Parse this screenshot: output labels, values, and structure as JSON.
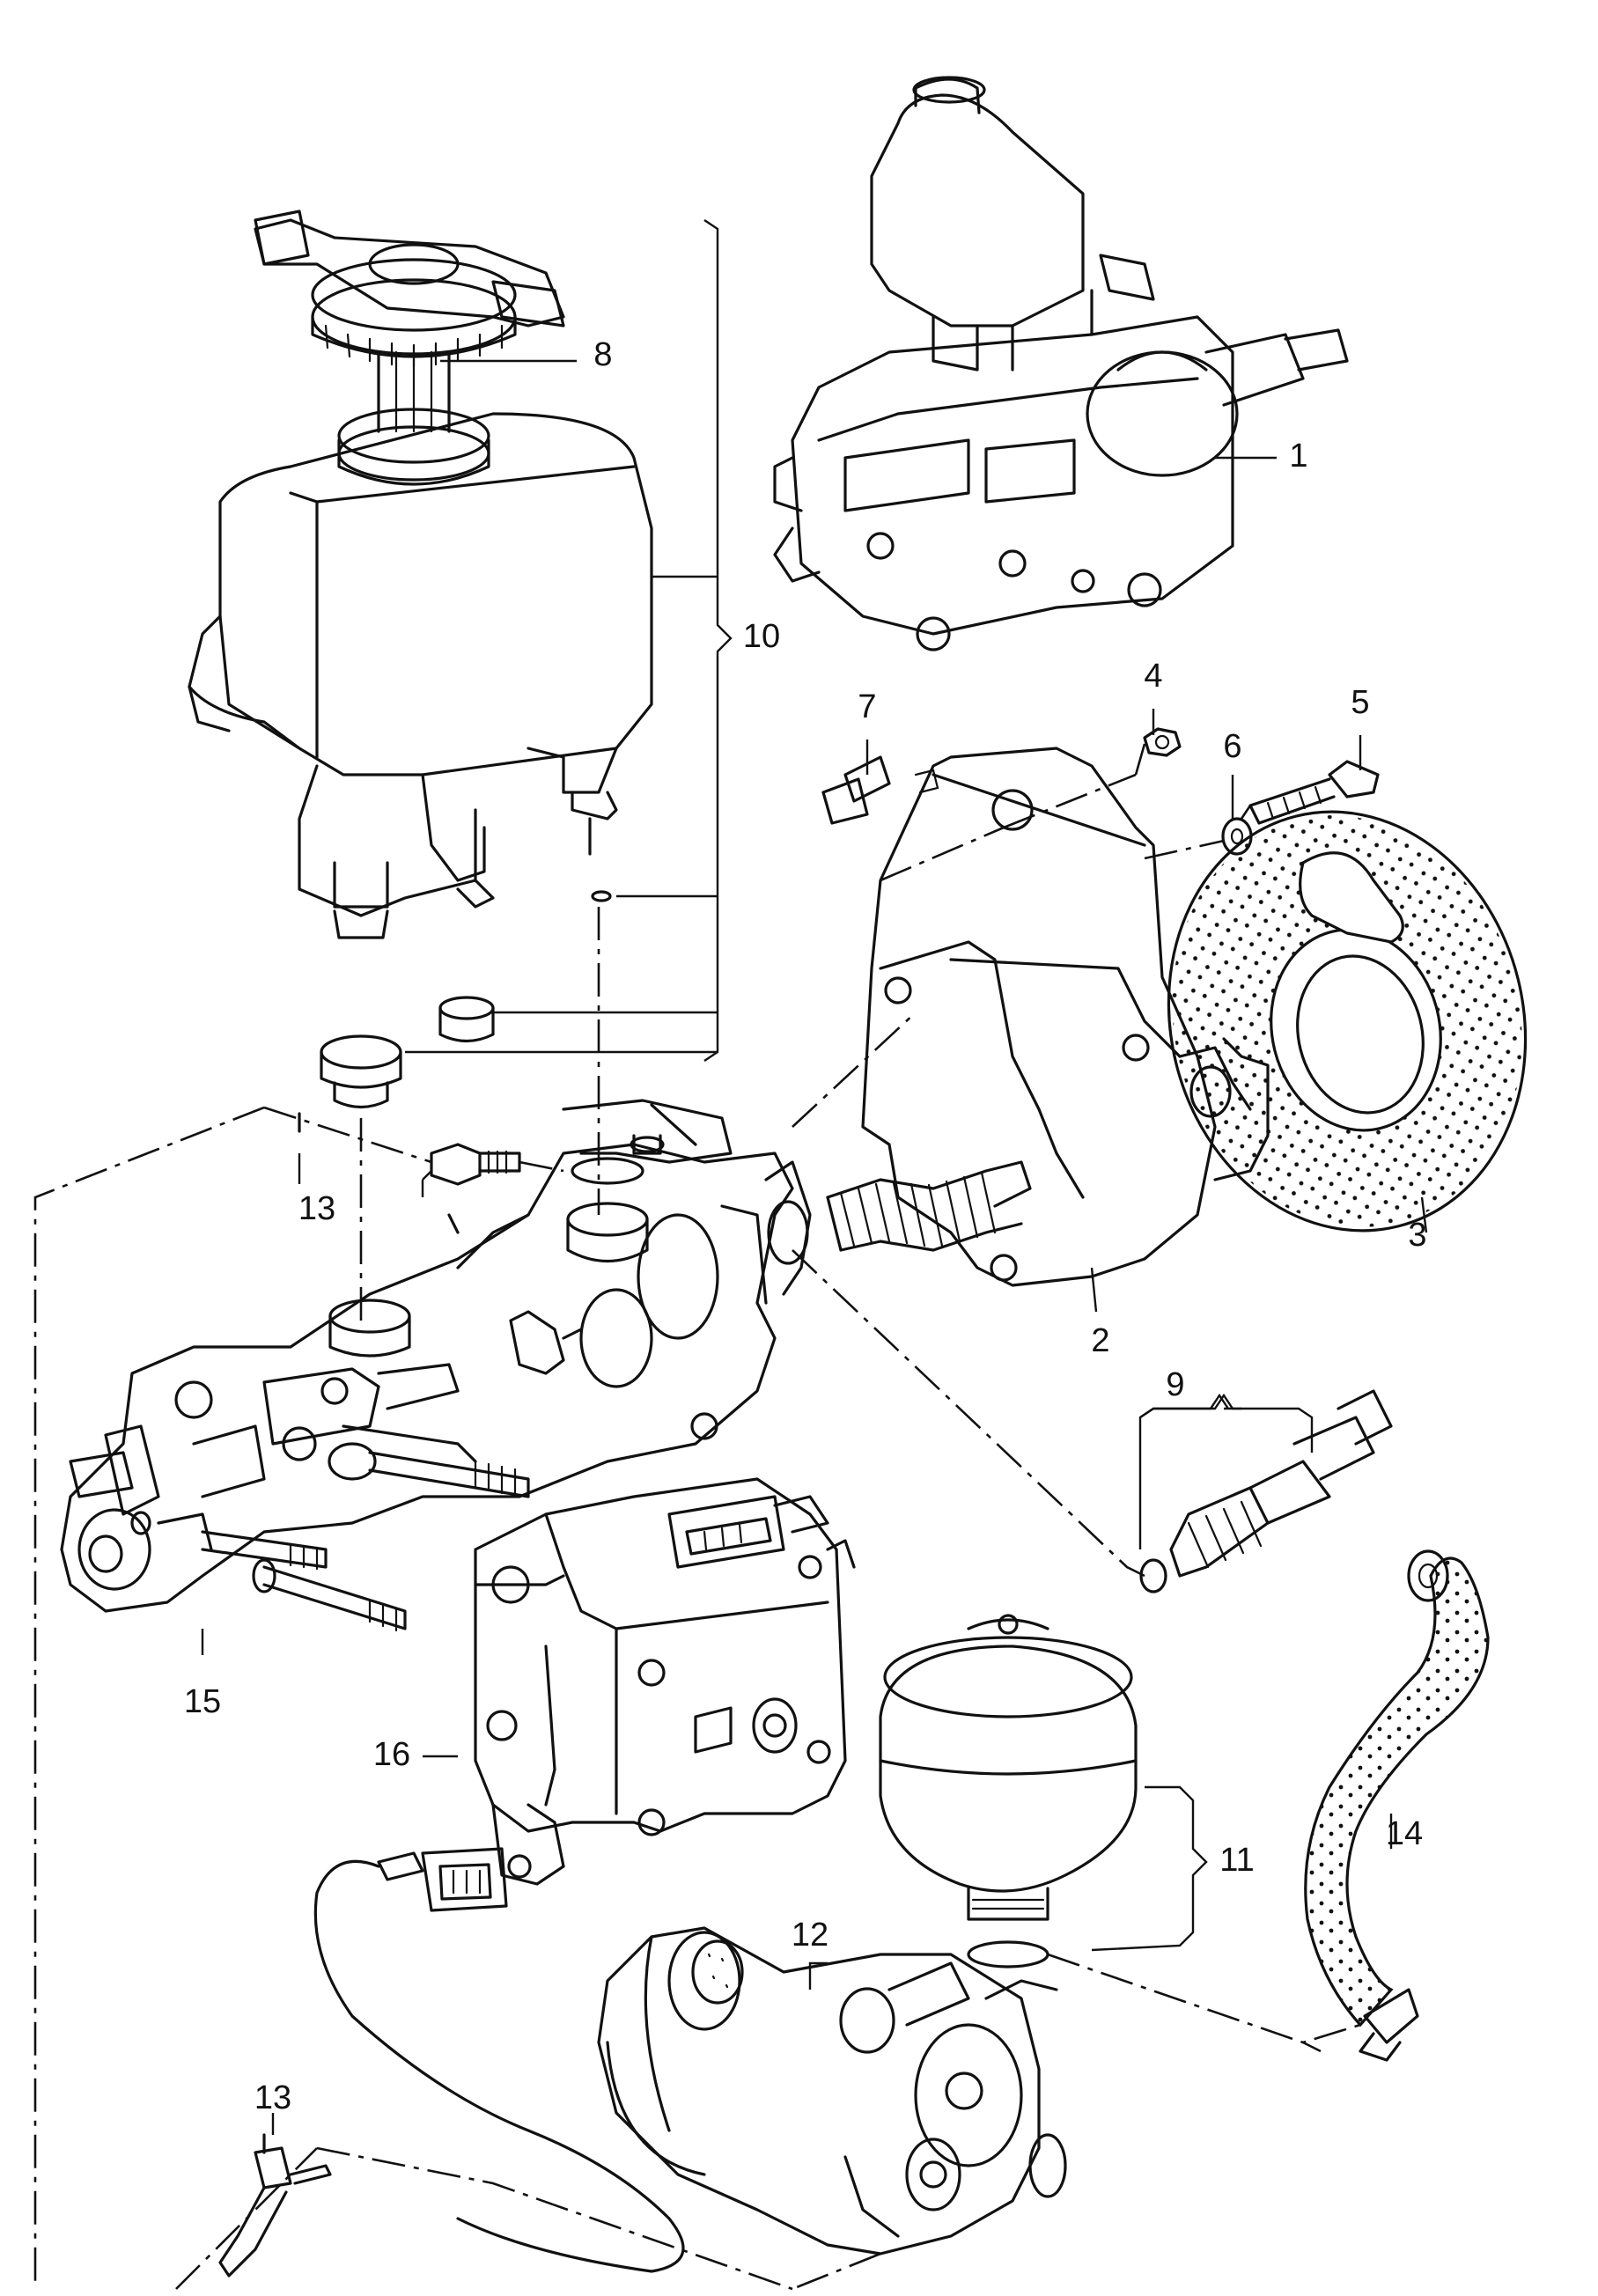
{
  "callouts": [
    {
      "id": "1",
      "text": "1"
    },
    {
      "id": "2",
      "text": "2"
    },
    {
      "id": "3",
      "text": "3"
    },
    {
      "id": "4",
      "text": "4"
    },
    {
      "id": "5",
      "text": "5"
    },
    {
      "id": "6",
      "text": "6"
    },
    {
      "id": "7",
      "text": "7"
    },
    {
      "id": "8",
      "text": "8"
    },
    {
      "id": "9",
      "text": "9"
    },
    {
      "id": "10",
      "text": "10"
    },
    {
      "id": "11",
      "text": "11"
    },
    {
      "id": "12",
      "text": "12"
    },
    {
      "id": "13a",
      "text": "13"
    },
    {
      "id": "13b",
      "text": "13"
    },
    {
      "id": "14",
      "text": "14"
    },
    {
      "id": "15",
      "text": "15"
    },
    {
      "id": "16",
      "text": "16"
    }
  ]
}
